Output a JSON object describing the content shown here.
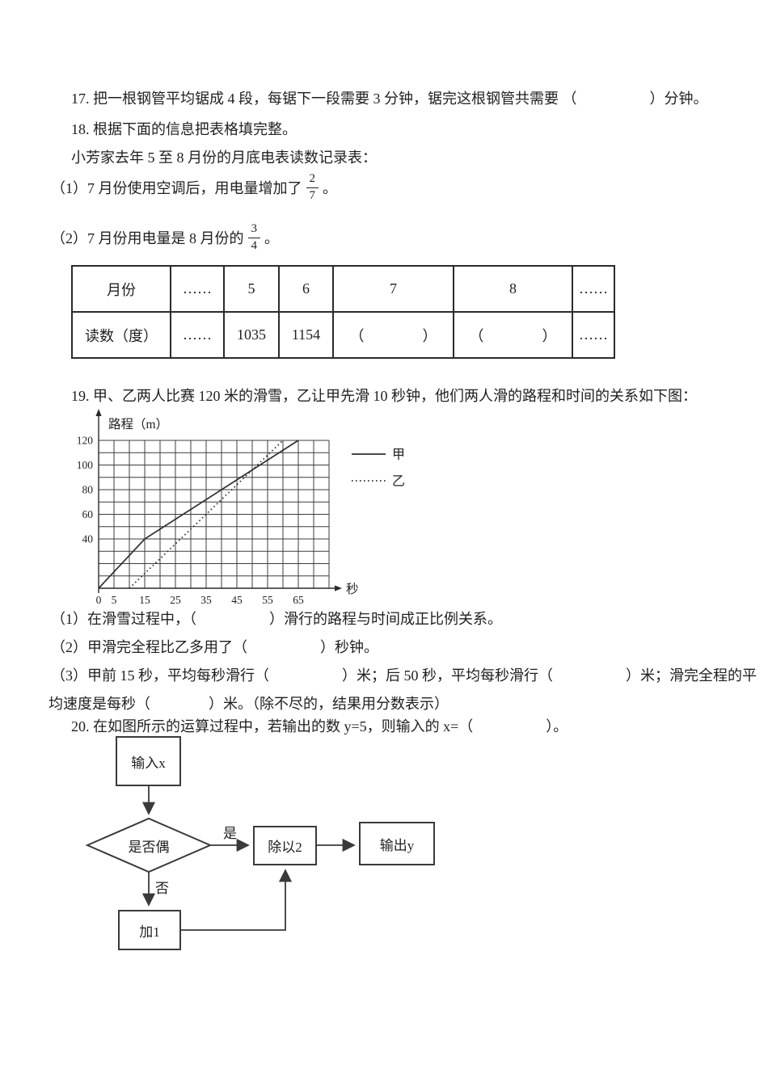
{
  "page": {
    "background": "#ffffff",
    "ink": "#1f1f1f"
  },
  "q17": {
    "text": "17. 把一根钢管平均锯成 4 段，每锯下一段需要 3 分钟，锯完这根钢管共需要 （　　　　　）分钟。"
  },
  "q18": {
    "text": "18. 根据下面的信息把表格填完整。",
    "intro": "小芳家去年 5 至 8 月份的月底电表读数记录表：",
    "item1_pre": "（1）7 月份使用空调后，用电量增加了",
    "item1_frac": {
      "num": "2",
      "den": "7"
    },
    "item1_post": "。",
    "item2_pre": "（2）7 月份用电量是 8 月份的",
    "item2_frac": {
      "num": "3",
      "den": "4"
    },
    "item2_post": "。",
    "table": {
      "rows": [
        [
          "月份",
          "……",
          "5",
          "6",
          "7",
          "8",
          "……"
        ],
        [
          "读数（度）",
          "……",
          "1035",
          "1154",
          "（　　　　）",
          "（　　　　）",
          "……"
        ]
      ]
    }
  },
  "q19": {
    "text": "19. 甲、乙两人比赛 120 米的滑雪，乙让甲先滑 10 秒钟，他们两人滑的路程和时间的关系如下图：",
    "item1": "（1）在滑雪过程中，（　　　　　）滑行的路程与时间成正比例关系。",
    "item2": "（2）甲滑完全程比乙多用了（　　　　　）秒钟。",
    "item3a": "（3）甲前 15 秒，平均每秒滑行（　　　　　）米；后 50 秒，平均每秒滑行（　　　　　）米；滑完全程的平",
    "item3b": "均速度是每秒（　　　　）米。（除不尽的，结果用分数表示）"
  },
  "chart_data": {
    "type": "line",
    "title": "",
    "xlabel": "秒",
    "ylabel": "路程（m）",
    "xlim": [
      0,
      75
    ],
    "ylim": [
      0,
      120
    ],
    "x_gridstep": 5,
    "y_gridstep": 10,
    "grid": true,
    "xticks": [
      0,
      5,
      15,
      25,
      35,
      45,
      55,
      65
    ],
    "yticks": [
      40,
      60,
      80,
      100,
      120
    ],
    "legend_position": "right",
    "series": [
      {
        "name": "甲",
        "style": "solid",
        "points": [
          [
            0,
            0
          ],
          [
            15,
            40
          ],
          [
            65,
            120
          ]
        ]
      },
      {
        "name": "乙",
        "style": "dotted",
        "points": [
          [
            10,
            0
          ],
          [
            60,
            120
          ]
        ]
      }
    ]
  },
  "q20": {
    "text": "20. 在如图所示的运算过程中，若输出的数 y=5，则输入的 x=（　　　　　）。"
  },
  "flowchart": {
    "nodes": {
      "input": "输入x",
      "decision": "是否偶",
      "divide": "除以2",
      "output": "输出y",
      "add": "加1"
    },
    "edge_labels": {
      "yes": "是",
      "no": "否"
    }
  }
}
